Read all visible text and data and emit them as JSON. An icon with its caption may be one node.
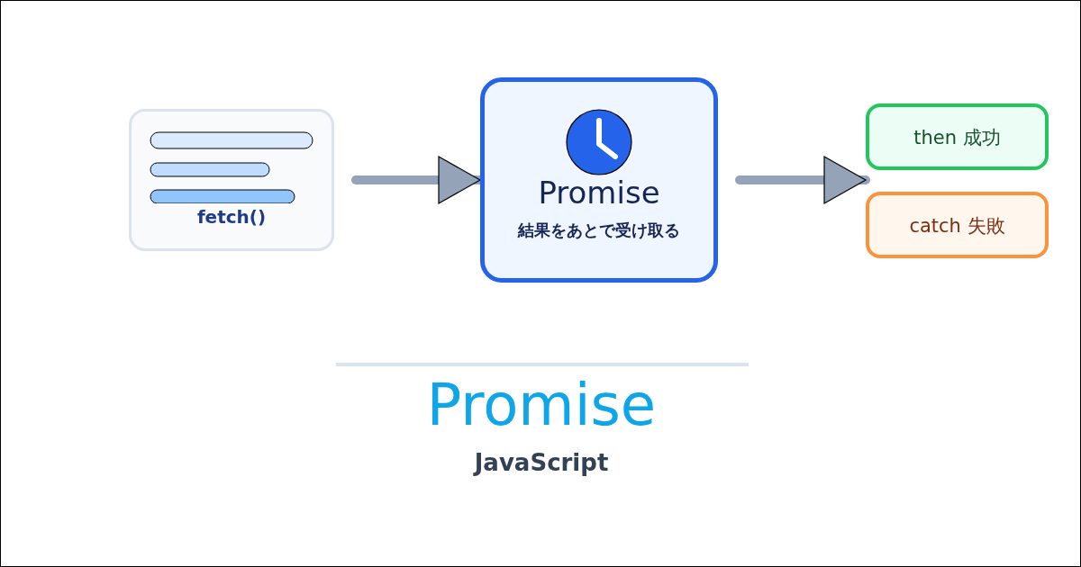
{
  "diagram": {
    "title": "Promise",
    "caption": "JavaScript",
    "nodes": [
      {
        "text": [
          "fetch()"
        ]
      },
      {
        "text": [
          "Promise",
          "結果をあとで受け取る"
        ]
      },
      {
        "text": [
          "then 成功"
        ]
      },
      {
        "text": [
          "catch 失敗"
        ]
      }
    ],
    "edges": [
      {
        "from": 0,
        "to": 1,
        "arrow": "to"
      },
      {
        "from": 1,
        "to": 2,
        "arrow": "to"
      }
    ]
  }
}
